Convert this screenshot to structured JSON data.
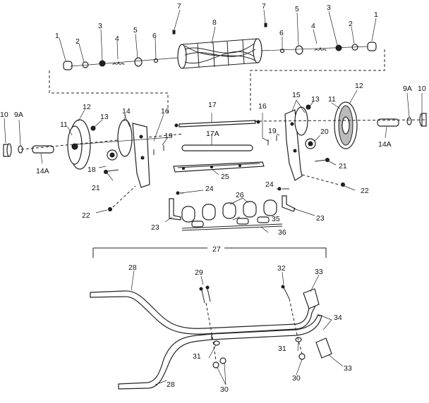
{
  "callouts": {
    "c1_l": "1",
    "c2_l": "2",
    "c3_l": "3",
    "c4_l": "4",
    "c5_l": "5",
    "c6_l": "6",
    "c7_l": "7",
    "c8": "8",
    "c7_r": "7",
    "c6_r": "6",
    "c5_r": "5",
    "c4_r": "4",
    "c3_r": "3",
    "c2_r": "2",
    "c1_r": "1",
    "c10_l": "10",
    "c9a_l": "9A",
    "c14a_l": "14A",
    "c12_l": "12",
    "c11_l": "11",
    "c13_l": "13",
    "c14_l": "14",
    "c16_l": "16",
    "c18": "18",
    "c19_l": "19",
    "c21_l": "21",
    "c22_l": "22",
    "c23_l": "23",
    "c24_l": "24",
    "c17": "17",
    "c17a": "17A",
    "c25": "25",
    "c26": "26",
    "c35": "35",
    "c36": "36",
    "c16_r": "16",
    "c15": "15",
    "c13_r": "13",
    "c11_r": "11",
    "c12_r": "12",
    "c9a_r": "9A",
    "c10_r": "10",
    "c14a_r": "14A",
    "c19_r": "19",
    "c20": "20",
    "c21_r": "21",
    "c22_r": "22",
    "c24_r": "24",
    "c23_r": "23",
    "c27": "27",
    "c28_top": "28",
    "c29": "29",
    "c32": "32",
    "c33_top": "33",
    "c34": "34",
    "c31_l": "31",
    "c31_r": "31",
    "c30_l": "30",
    "c30_r": "30",
    "c28_bot": "28",
    "c33_bot": "33"
  }
}
